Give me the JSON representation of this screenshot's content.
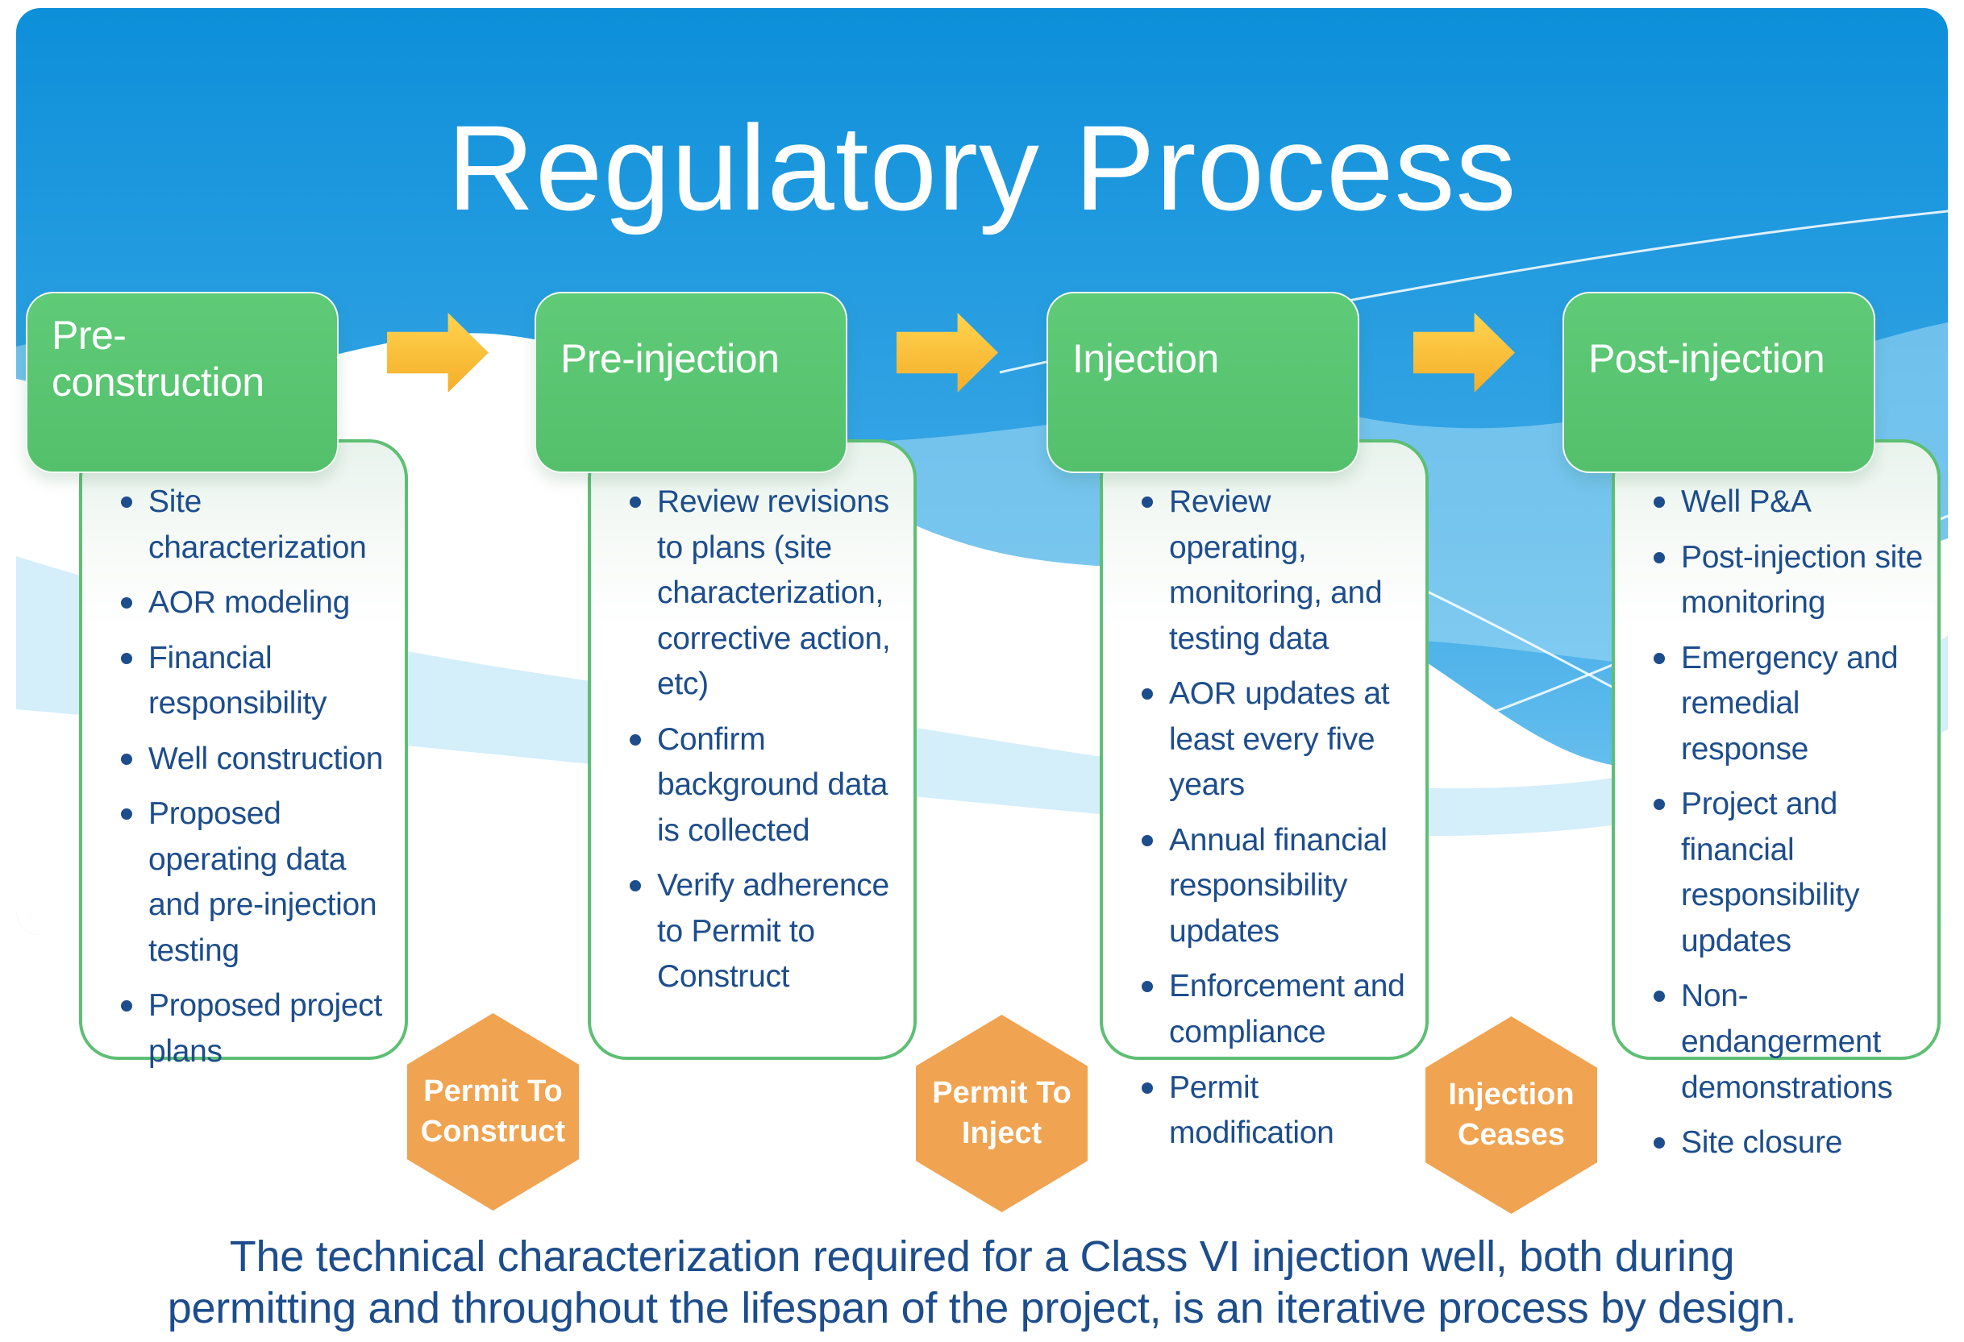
{
  "title": "Regulatory Process",
  "stages": [
    {
      "label": "Pre-construction",
      "items": [
        "Site characterization",
        "AOR modeling",
        "Financial responsibility",
        "Well construction",
        "Proposed operating data and pre-injection testing",
        "Proposed project plans"
      ]
    },
    {
      "label": "Pre-injection",
      "items": [
        "Review revisions to plans (site characterization, corrective action, etc)",
        "Confirm background data is collected",
        "Verify adherence to Permit to Construct"
      ]
    },
    {
      "label": "Injection",
      "items": [
        "Review operating, monitoring, and testing data",
        "AOR updates at least every five years",
        "Annual financial responsibility updates",
        "Enforcement and compliance",
        "Permit modification"
      ]
    },
    {
      "label": "Post-injection",
      "items": [
        "Well P&A",
        "Post-injection site monitoring",
        "Emergency and remedial response",
        "Project and financial responsibility updates",
        "Non-endangerment demonstrations",
        "Site closure"
      ]
    }
  ],
  "milestones": [
    {
      "lines": [
        "Permit To",
        "Construct"
      ]
    },
    {
      "lines": [
        "Permit To",
        "Inject"
      ]
    },
    {
      "lines": [
        "Injection",
        "Ceases"
      ]
    }
  ],
  "caption": {
    "line1": "The technical characterization required for a Class VI injection well, both during",
    "line2": "permitting and throughout the lifespan of the project, is an iterative process by design."
  },
  "icons": {
    "stage_arrow": "arrow-right"
  },
  "colors": {
    "background_blue_top": "#0e93dd",
    "background_blue_bottom": "#82cdf2",
    "wave_light_blue": "#a6dcf5",
    "stage_green": "#58c471",
    "panel_border_green": "#5ebf74",
    "bullet_text_blue": "#1d4d8c",
    "arrow_yellow": "#fcc335",
    "hexagon_orange": "#f0a350",
    "title_white": "#ffffff"
  }
}
